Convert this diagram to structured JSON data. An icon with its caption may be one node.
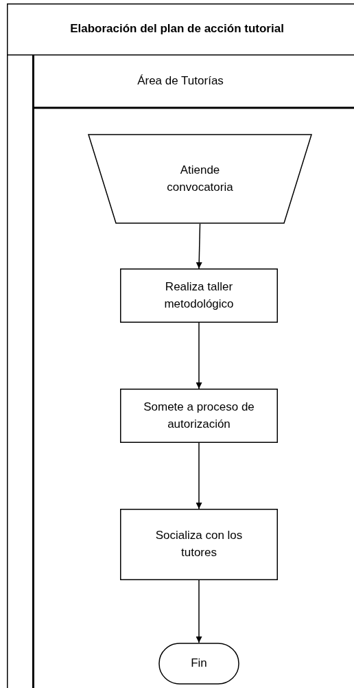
{
  "diagram": {
    "nodes": [
      {
        "text": [
          "Elaboración del plan de acción tutorial"
        ]
      },
      {
        "text": [
          "Área de Tutorías"
        ],
        "in": 0
      },
      {
        "text": [
          "Atiende convocatoria"
        ],
        "in": 1
      },
      {
        "text": [
          "Realiza taller metodológico"
        ],
        "in": 1
      },
      {
        "text": [
          "Somete a proceso de autorización"
        ],
        "in": 1
      },
      {
        "text": [
          "Socializa con los tutores"
        ],
        "in": 1
      },
      {
        "text": [
          "Fin"
        ],
        "in": 1
      }
    ],
    "edges": [
      {
        "from": 2,
        "to": 3,
        "arrow": "to"
      },
      {
        "from": 3,
        "to": 4,
        "arrow": "to"
      },
      {
        "from": 4,
        "to": 5,
        "arrow": "to"
      },
      {
        "from": 5,
        "to": 6,
        "arrow": "to"
      }
    ]
  }
}
